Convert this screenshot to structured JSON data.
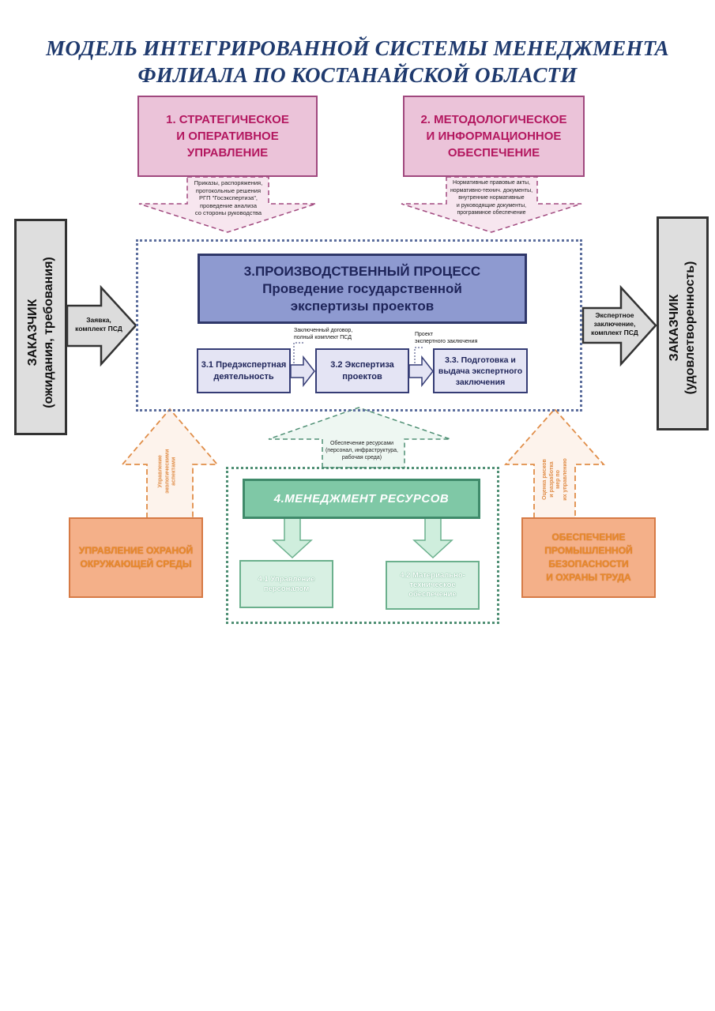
{
  "title": {
    "line1": "МОДЕЛЬ ИНТЕГРИРОВАННОЙ СИСТЕМЫ МЕНЕДЖМЕНТА",
    "line2": "ФИЛИАЛА ПО КОСТАНАЙСКОЙ ОБЛАСТИ"
  },
  "top_boxes": [
    {
      "lines": [
        "1. СТРАТЕГИЧЕСКОЕ",
        "И ОПЕРАТИВНОЕ",
        "УПРАВЛЕНИЕ"
      ],
      "arrow_text": [
        "Приказы, распоряжения,",
        "протокольные решения",
        "РГП \"Госэкспертиза\",",
        "проведение анализа",
        "со стороны руководства"
      ]
    },
    {
      "lines": [
        "2. МЕТОДОЛОГИЧЕСКОЕ",
        "И ИНФОРМАЦИОННОЕ",
        "ОБЕСПЕЧЕНИЕ"
      ],
      "arrow_text": [
        "Нормативные правовые акты,",
        "нормативно-технич. документы,",
        "внутренние нормативные",
        "и руководящие документы,",
        "программное обеспечение"
      ]
    }
  ],
  "customer_left": {
    "title": "ЗАКАЗЧИК",
    "subtitle": "(ожидания, требования)",
    "arrow": [
      "Заявка,",
      "комплект ПСД"
    ]
  },
  "customer_right": {
    "title": "ЗАКАЗЧИК",
    "subtitle": "(удовлетворенность)",
    "arrow": [
      "Экспертное",
      "заключение,",
      "комплект ПСД"
    ]
  },
  "production": {
    "lines": [
      "3.ПРОИЗВОДСТВЕННЫЙ ПРОЦЕСС",
      "Проведение государственной",
      "экспертизы проектов"
    ],
    "steps": [
      {
        "lines": [
          "3.1 Предэкспертная",
          "деятельность"
        ]
      },
      {
        "lines": [
          "3.2 Экспертиза",
          "проектов"
        ]
      },
      {
        "lines": [
          "3.3. Подготовка и",
          "выдача экспертного",
          "заключения"
        ]
      }
    ],
    "note1": [
      "Заключенный договор,",
      "полный комплект ПСД"
    ],
    "note2": [
      "Проект",
      "экспертного заключения"
    ]
  },
  "resources": {
    "title": "4.МЕНЕДЖМЕНТ  РЕСУРСОВ",
    "arrow_text": [
      "Обеспечение ресурсами",
      "(персонал, инфраструктура,",
      "рабочая среда)"
    ],
    "sub1": [
      "4.1 Управление",
      "персоналом"
    ],
    "sub2": [
      "4.2 Материально-",
      "техническое",
      "обеспечение"
    ]
  },
  "env": {
    "lines": [
      "УПРАВЛЕНИЕ ОХРАНОЙ",
      "ОКРУЖАЮЩЕЙ СРЕДЫ"
    ],
    "arrow": [
      "Управление",
      "экологическими",
      "аспектами"
    ]
  },
  "safety": {
    "lines": [
      "ОБЕСПЕЧЕНИЕ",
      "ПРОМЫШЛЕННОЙ",
      "БЕЗОПАСНОСТИ",
      "И ОХРАНЫ ТРУДА"
    ],
    "arrow": [
      "Оценка рисков",
      "и разработка",
      "мер по",
      "их управлению"
    ]
  }
}
